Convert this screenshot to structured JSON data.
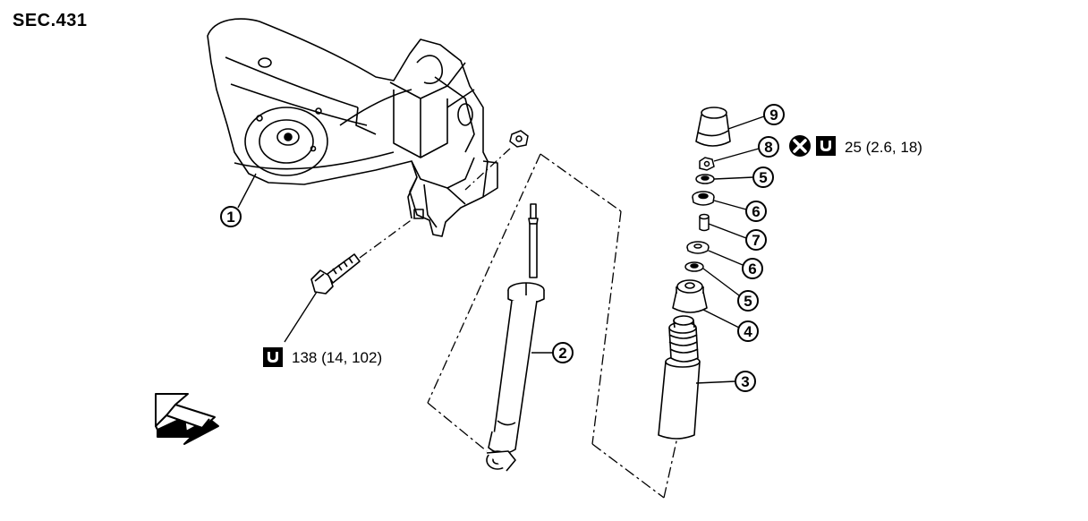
{
  "section_label": "SEC.431",
  "callouts": [
    {
      "id": "1",
      "label": "1"
    },
    {
      "id": "2",
      "label": "2"
    },
    {
      "id": "3",
      "label": "3"
    },
    {
      "id": "4",
      "label": "4"
    },
    {
      "id": "5a",
      "label": "5"
    },
    {
      "id": "5b",
      "label": "5"
    },
    {
      "id": "6a",
      "label": "6"
    },
    {
      "id": "6b",
      "label": "6"
    },
    {
      "id": "7",
      "label": "7"
    },
    {
      "id": "8",
      "label": "8"
    },
    {
      "id": "9",
      "label": "9"
    }
  ],
  "torque_specs": {
    "nut": "25 (2.6, 18)",
    "bolt": "138 (14, 102)"
  },
  "icons": {
    "nut_replace": "do-not-reuse-icon",
    "nut_torque": "torque-wrench-icon",
    "bolt_torque": "torque-wrench-icon",
    "front": "front-direction-arrow-icon"
  }
}
